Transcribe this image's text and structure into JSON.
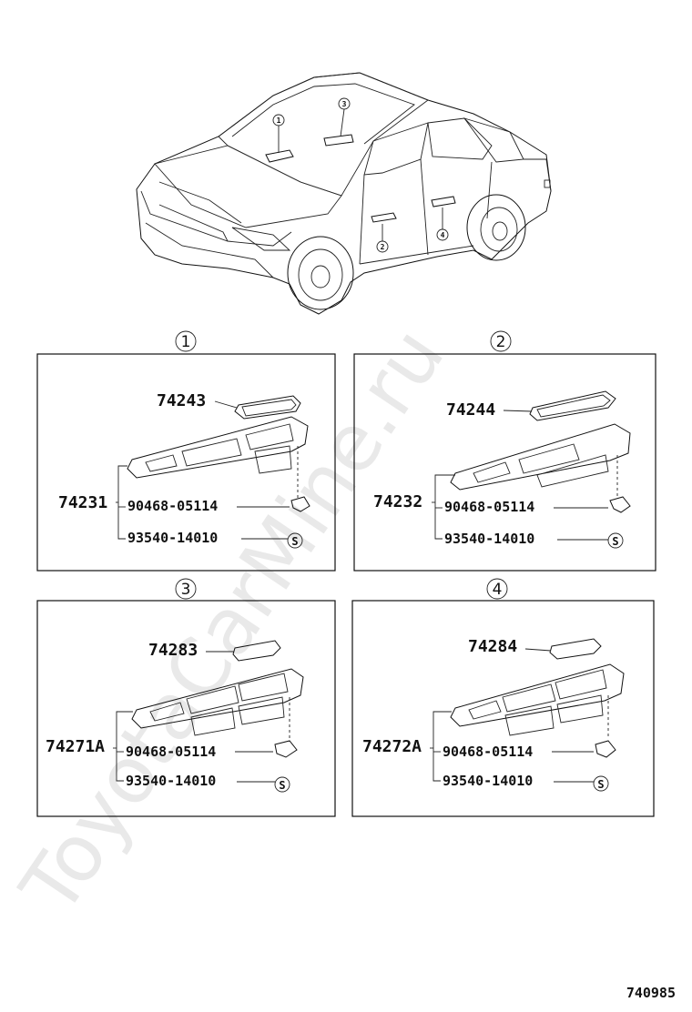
{
  "watermark": "ToyotaCarMine.ru",
  "figure_code": "740985",
  "car_callouts": [
    "1",
    "2",
    "3",
    "4"
  ],
  "panels": [
    {
      "callout": "1",
      "bezel": "74243",
      "assembly": "74231",
      "screw_part": "90468-05114",
      "s_part": "93540-14010",
      "s_symbol": "S"
    },
    {
      "callout": "2",
      "bezel": "74244",
      "assembly": "74232",
      "screw_part": "90468-05114",
      "s_part": "93540-14010",
      "s_symbol": "S"
    },
    {
      "callout": "3",
      "bezel": "74283",
      "assembly": "74271A",
      "screw_part": "90468-05114",
      "s_part": "93540-14010",
      "s_symbol": "S"
    },
    {
      "callout": "4",
      "bezel": "74284",
      "assembly": "74272A",
      "screw_part": "90468-05114",
      "s_part": "93540-14010",
      "s_symbol": "S"
    }
  ]
}
